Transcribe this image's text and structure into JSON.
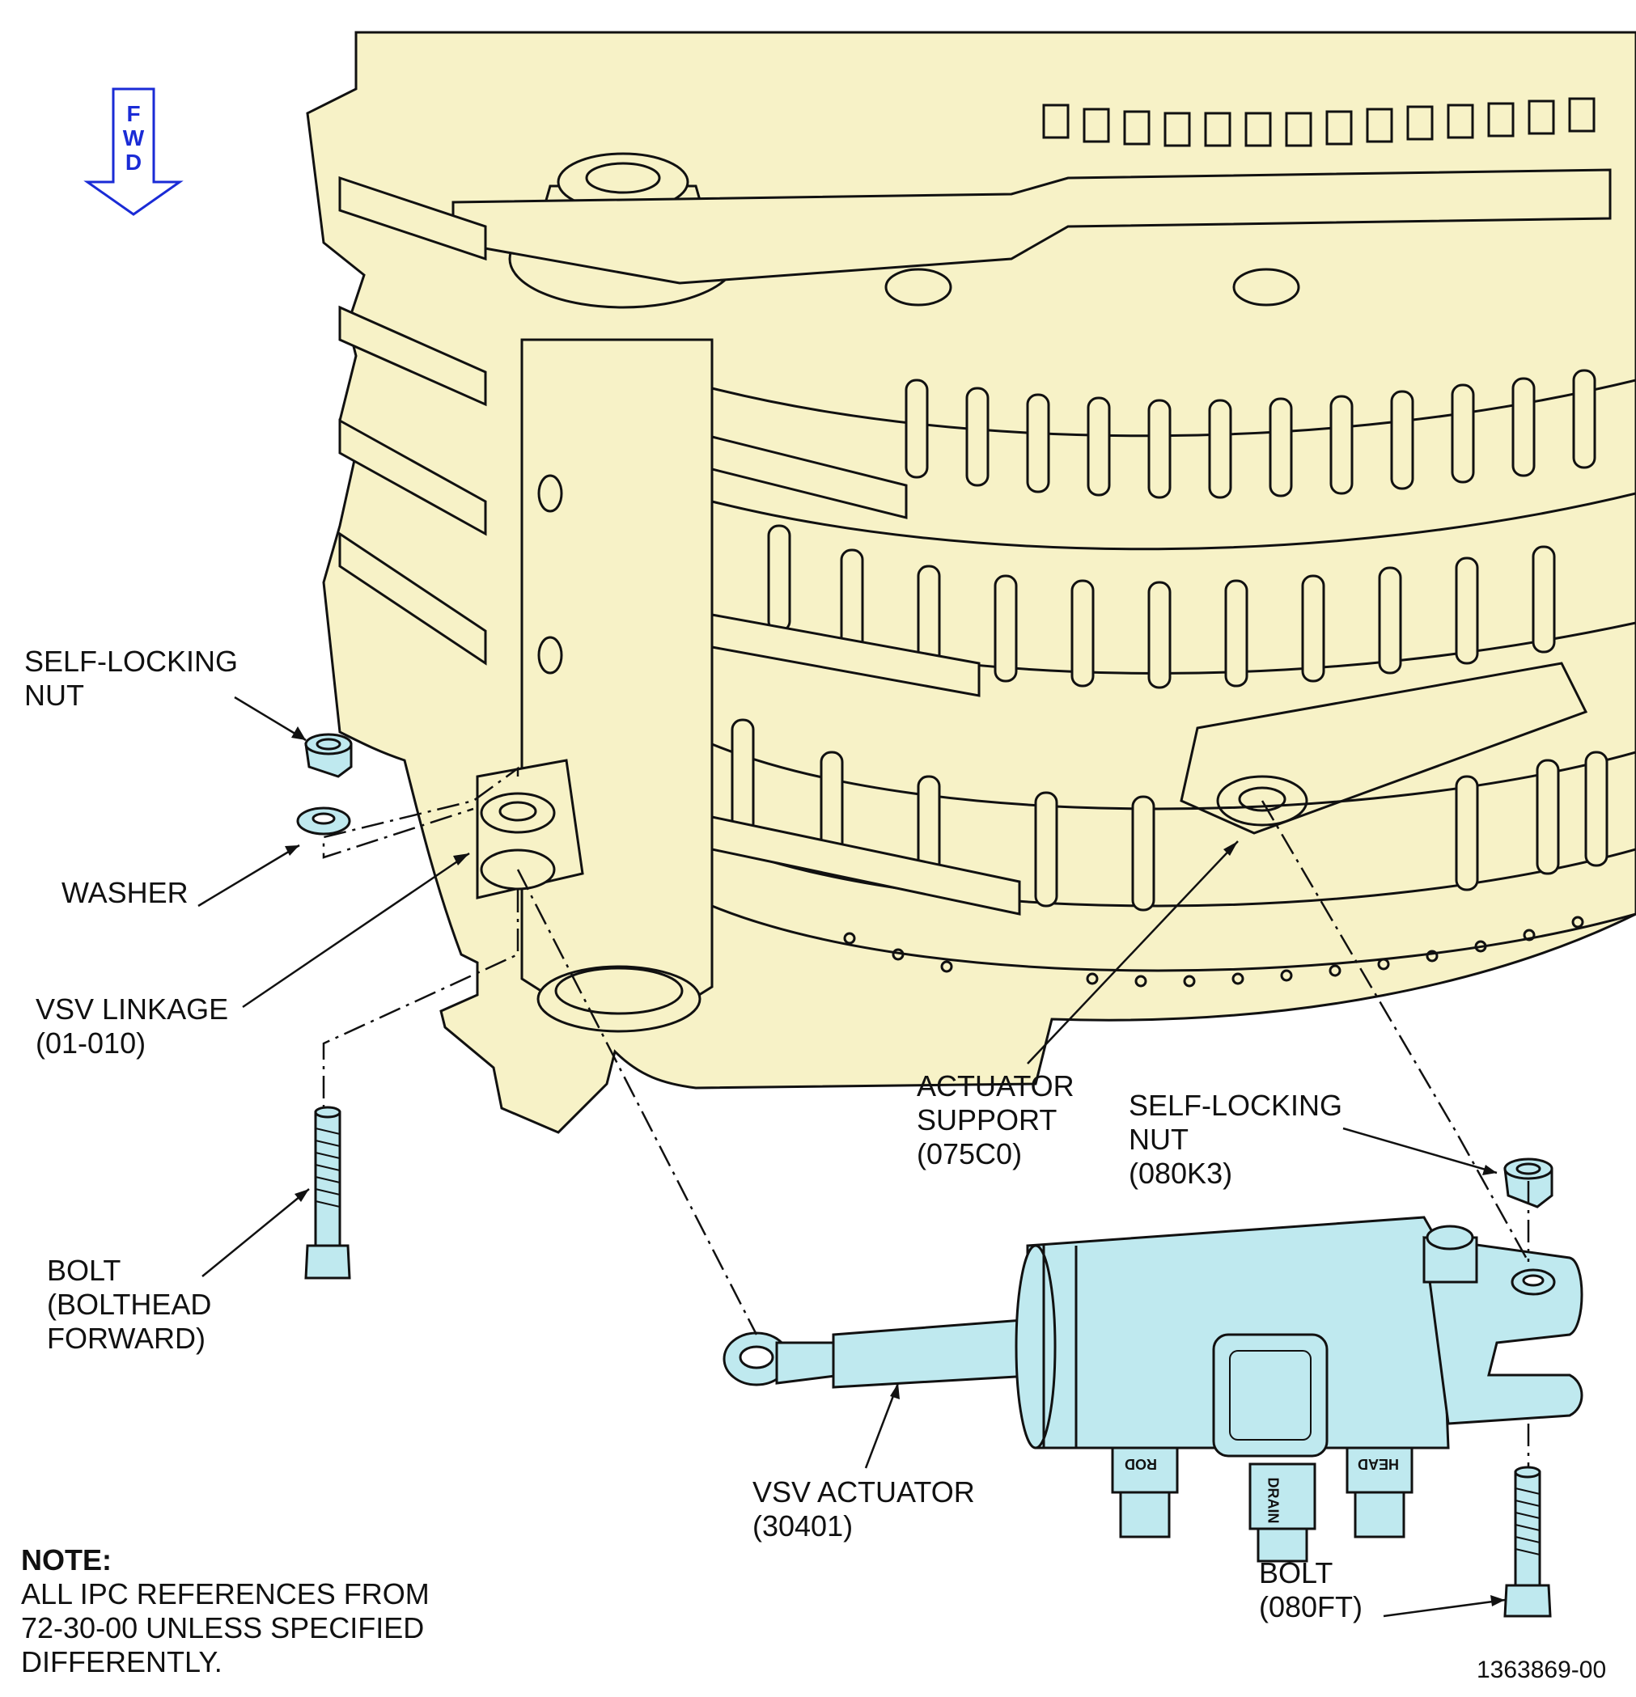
{
  "direction": {
    "letters": [
      "F",
      "W",
      "D"
    ],
    "color": "#1a2bd6"
  },
  "labels": {
    "nut_left": [
      "SELF-LOCKING",
      "NUT"
    ],
    "washer": [
      "WASHER"
    ],
    "vsv_linkage": [
      "VSV LINKAGE",
      "(01-010)"
    ],
    "bolt_left": [
      "BOLT",
      "(BOLTHEAD",
      "FORWARD)"
    ],
    "actuator_support": [
      "ACTUATOR",
      "SUPPORT",
      "(075C0)"
    ],
    "nut_right": [
      "SELF-LOCKING",
      "NUT",
      "(080K3)"
    ],
    "vsv_actuator": [
      "VSV ACTUATOR",
      "(30401)"
    ],
    "bolt_right": [
      "BOLT",
      "(080FT)"
    ]
  },
  "actuator_markings": {
    "rod": "ROD",
    "drain": "DRAIN",
    "head": "HEAD"
  },
  "note": {
    "heading": "NOTE:",
    "lines": [
      "ALL IPC REFERENCES FROM",
      "72-30-00 UNLESS SPECIFIED",
      "DIFFERENTLY."
    ]
  },
  "figure_number": "1363869-00",
  "colors": {
    "engine_fill": "#f7f2c7",
    "part_fill": "#bfe9ef",
    "line": "#111111"
  }
}
